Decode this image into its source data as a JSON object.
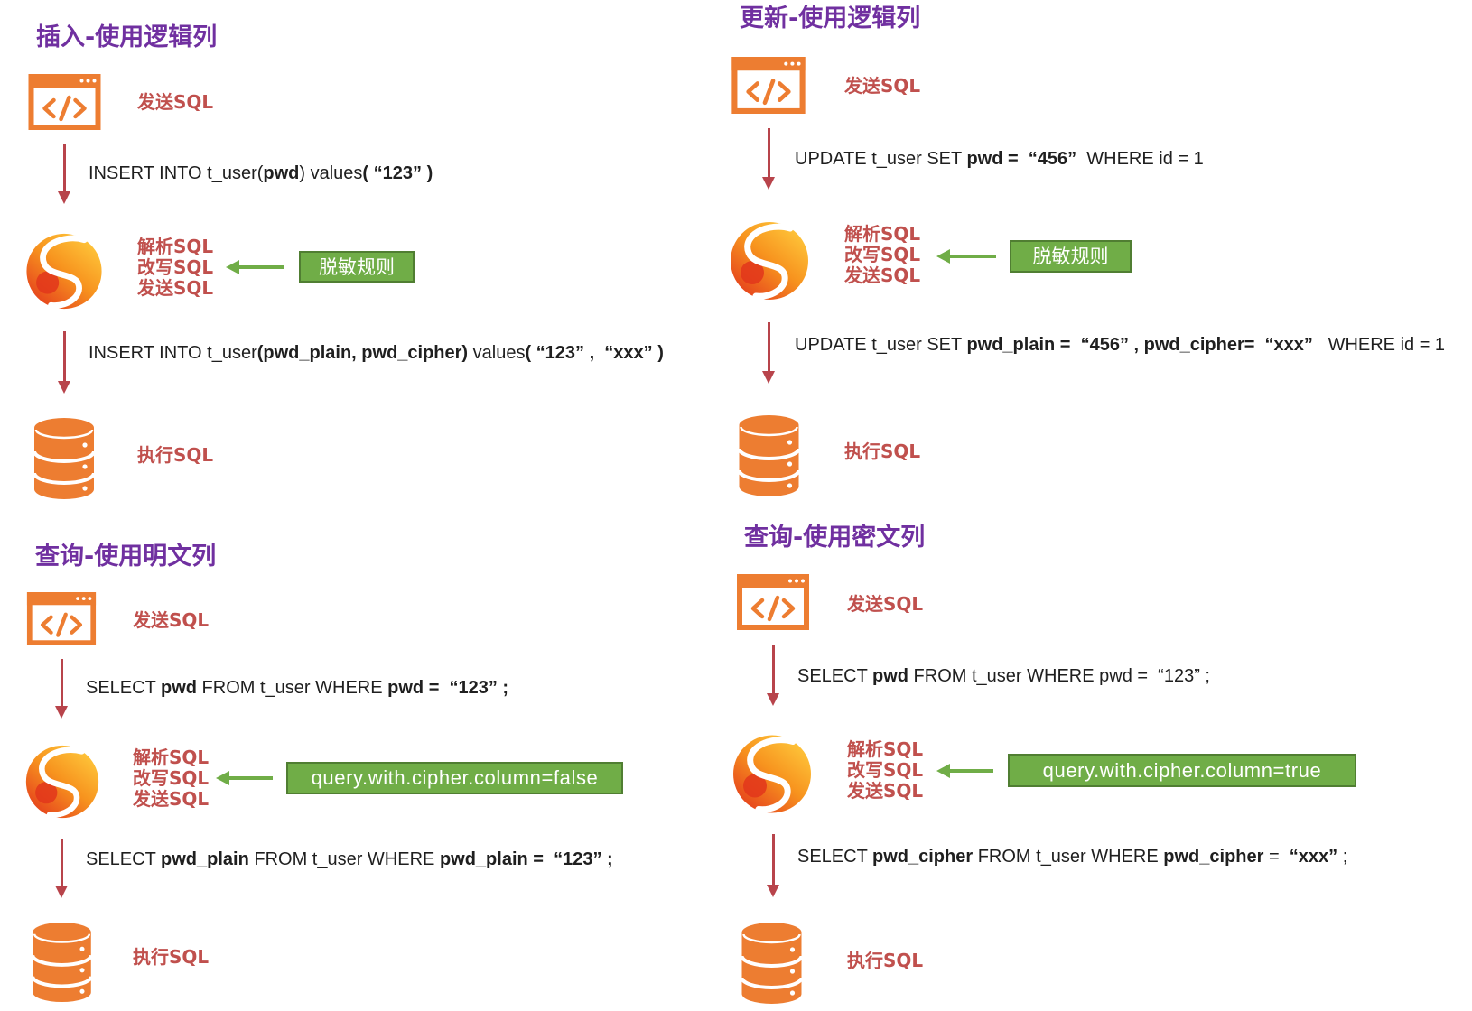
{
  "colors": {
    "title": "#7030A0",
    "label": "#C0504D",
    "arrow": "#B8444B",
    "rule_fill": "#70AD47",
    "rule_border": "#507E32",
    "rule_text": "#FFFFFF",
    "icon_orange": "#ED7D31",
    "sql_text": "#1F1F1F"
  },
  "icons": {
    "client": "code-window-icon",
    "middleware": "shardingsphere-logo-icon",
    "database": "database-icon",
    "flow": "down-arrow-icon",
    "rule_pointer": "left-arrow-icon"
  },
  "panels": [
    {
      "title": "插入-使用逻辑列",
      "send_label": "发送SQL",
      "logical_sql": [
        {
          "text": "INSERT INTO t_user(",
          "emphasis": false
        },
        {
          "text": "pwd",
          "emphasis": true
        },
        {
          "text": ") values",
          "emphasis": false
        },
        {
          "text": "( “123” )",
          "emphasis": true
        }
      ],
      "process_labels": [
        "解析SQL",
        "改写SQL",
        "发送SQL"
      ],
      "rule": "脱敏规则",
      "actual_sql": [
        {
          "text": "INSERT INTO t_user",
          "emphasis": false
        },
        {
          "text": "(pwd_plain, pwd_cipher)",
          "emphasis": true
        },
        {
          "text": " values",
          "emphasis": false
        },
        {
          "text": "( “123” ,  “xxx” )",
          "emphasis": true
        }
      ],
      "execute_label": "执行SQL"
    },
    {
      "title": "更新-使用逻辑列",
      "send_label": "发送SQL",
      "logical_sql": [
        {
          "text": "UPDATE t_user SET ",
          "emphasis": false
        },
        {
          "text": "pwd =  “456”",
          "emphasis": true
        },
        {
          "text": "  WHERE id = 1",
          "emphasis": false
        }
      ],
      "process_labels": [
        "解析SQL",
        "改写SQL",
        "发送SQL"
      ],
      "rule": "脱敏规则",
      "actual_sql": [
        {
          "text": "UPDATE t_user SET ",
          "emphasis": false
        },
        {
          "text": "pwd_plain =  “456” , pwd_cipher=  “xxx”",
          "emphasis": true
        },
        {
          "text": "   WHERE id = 1",
          "emphasis": false
        }
      ],
      "execute_label": "执行SQL"
    },
    {
      "title": "查询-使用明文列",
      "send_label": "发送SQL",
      "logical_sql": [
        {
          "text": "SELECT ",
          "emphasis": false
        },
        {
          "text": "pwd",
          "emphasis": true
        },
        {
          "text": " FROM t_user WHERE ",
          "emphasis": false
        },
        {
          "text": "pwd =  “123” ;",
          "emphasis": true
        }
      ],
      "process_labels": [
        "解析SQL",
        "改写SQL",
        "发送SQL"
      ],
      "rule": "query.with.cipher.column=false",
      "actual_sql": [
        {
          "text": "SELECT ",
          "emphasis": false
        },
        {
          "text": "pwd_plain",
          "emphasis": true
        },
        {
          "text": " FROM t_user WHERE ",
          "emphasis": false
        },
        {
          "text": "pwd_plain =  “123” ;",
          "emphasis": true
        }
      ],
      "execute_label": "执行SQL"
    },
    {
      "title": "查询-使用密文列",
      "send_label": "发送SQL",
      "logical_sql": [
        {
          "text": "SELECT ",
          "emphasis": false
        },
        {
          "text": "pwd",
          "emphasis": true
        },
        {
          "text": " FROM t_user WHERE pwd =  “123” ;",
          "emphasis": false
        }
      ],
      "process_labels": [
        "解析SQL",
        "改写SQL",
        "发送SQL"
      ],
      "rule": "query.with.cipher.column=true",
      "actual_sql": [
        {
          "text": "SELECT ",
          "emphasis": false
        },
        {
          "text": "pwd_cipher",
          "emphasis": true
        },
        {
          "text": " FROM t_user WHERE ",
          "emphasis": false
        },
        {
          "text": "pwd_cipher",
          "emphasis": true
        },
        {
          "text": " =  ",
          "emphasis": false
        },
        {
          "text": "“xxx”",
          "emphasis": true
        },
        {
          "text": " ;",
          "emphasis": false
        }
      ],
      "execute_label": "执行SQL"
    }
  ]
}
